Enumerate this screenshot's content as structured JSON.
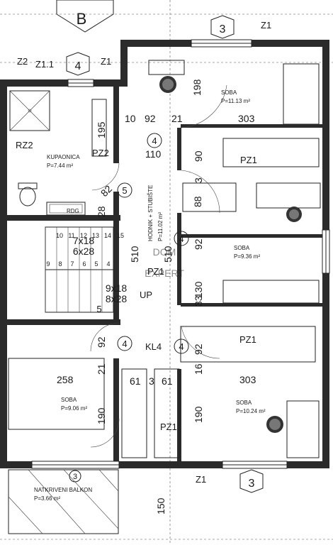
{
  "axis_labels": {
    "b": "B",
    "three_top": "3",
    "four": "4",
    "three_bottom": "3",
    "three_small": "3"
  },
  "tags": {
    "z1_top": "Z1",
    "z2": "Z2",
    "z1_1": "Z1.1",
    "z1_left": "Z1",
    "rz2": "RZ2",
    "pz2": "PZ2",
    "pz1_a": "PZ1",
    "pz1_b": "PZ1",
    "pz1_c": "PZ1",
    "pz1_d": "PZ1",
    "kl4": "KL4",
    "up": "UP",
    "z1_bottom": "Z1",
    "rdg": "RDG"
  },
  "rooms": {
    "soba1_name": "SOBA",
    "soba1_area": "P=11.13 m²",
    "kupaonica_name": "KUPAONICA",
    "kupaonica_area": "P=7.44 m²",
    "hodnik_name": "HODNIK + STUBIŠTE",
    "hodnik_area": "P=11.02 m²",
    "soba2_name": "SOBA",
    "soba2_area": "P=9.36 m²",
    "soba3_name": "SOBA",
    "soba3_area": "P=9.06 m²",
    "soba4_name": "SOBA",
    "soba4_area": "P=10.24 m²",
    "balkon_name": "NATKRIVENI BALKON",
    "balkon_area": "P=3.66 m²"
  },
  "dimensions": {
    "d198": "198",
    "d303a": "303",
    "d10": "10",
    "d92a": "92",
    "d21a": "21",
    "d195": "195",
    "d110": "110",
    "d90": "90",
    "d82": "82",
    "d88": "88",
    "d28": "28",
    "d510a": "510",
    "d510b": "510",
    "d92b": "92",
    "d130": "130",
    "d92c": "92",
    "d92d": "92",
    "d258": "258",
    "d21b": "21",
    "d16": "16",
    "d303b": "303",
    "d190a": "190",
    "d190b": "190",
    "d61a": "61",
    "d3": "3",
    "d61b": "61",
    "d150": "150",
    "d33": "33",
    "d3b": "3"
  },
  "stairs": {
    "upper_steps": [
      "10",
      "11",
      "12",
      "13",
      "14",
      "15"
    ],
    "lower_steps": [
      "9",
      "8",
      "7",
      "6",
      "5",
      "4"
    ],
    "upper_formula_a": "7x18",
    "upper_formula_b": "6x28",
    "lower_formula_a": "9x18",
    "lower_formula_b": "8x28"
  },
  "circle_marks": {
    "c4a": "4",
    "c5a": "5",
    "c4b": "4",
    "c5b": "5",
    "c4c": "4",
    "c4d": "4"
  },
  "watermark": {
    "line1": "DOM",
    "line2": "EXPERT"
  }
}
